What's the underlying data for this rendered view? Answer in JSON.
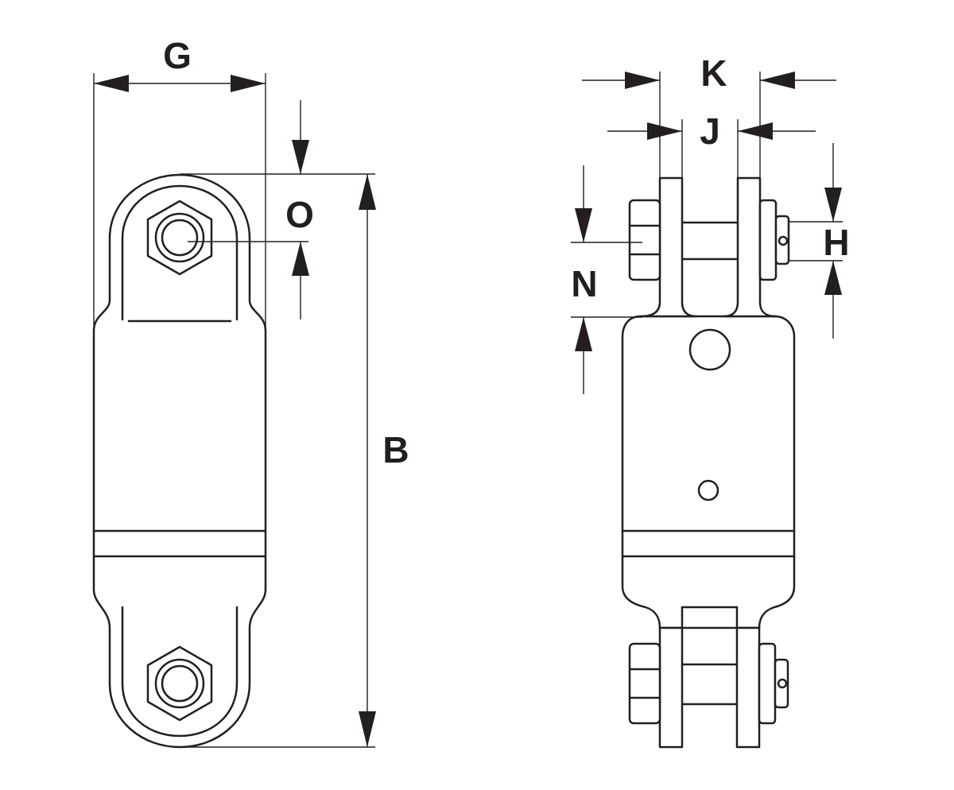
{
  "labels": {
    "G": "G",
    "O": "O",
    "B": "B",
    "K": "K",
    "J": "J",
    "H": "H",
    "N": "N"
  },
  "colors": {
    "line": "#231f20",
    "background": "#ffffff"
  }
}
